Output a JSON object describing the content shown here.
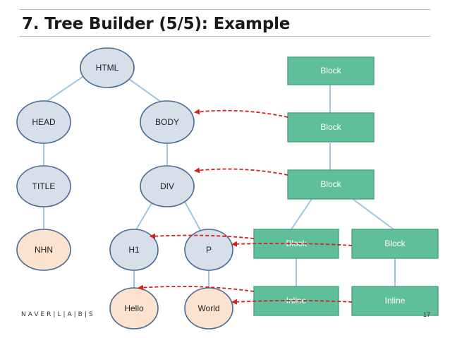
{
  "slide": {
    "title": "7. Tree Builder (5/5): Example",
    "logo_text": "NAVER|L|A|B|S",
    "page_number": "17"
  },
  "colors": {
    "dom_node_fill": "#d7dfe9",
    "dom_node_stroke": "#4a6a92",
    "text_node_fill": "#fce3cf",
    "block_fill": "#5fbf9b",
    "block_stroke": "#4aa283",
    "tree_line": "#9ec6dc",
    "arrow": "#d42020"
  },
  "dom_tree": {
    "html": "HTML",
    "head": "HEAD",
    "body": "BODY",
    "title": "TITLE",
    "div": "DIV",
    "nhn": "NHN",
    "h1": "H1",
    "p": "P",
    "hello": "Hello",
    "world": "World"
  },
  "render_tree": {
    "root": "Block",
    "body_block": "Block",
    "div_block": "Block",
    "h1_block": "Block",
    "p_block": "Block",
    "hello_inline": "Inline",
    "world_inline": "Inline"
  }
}
